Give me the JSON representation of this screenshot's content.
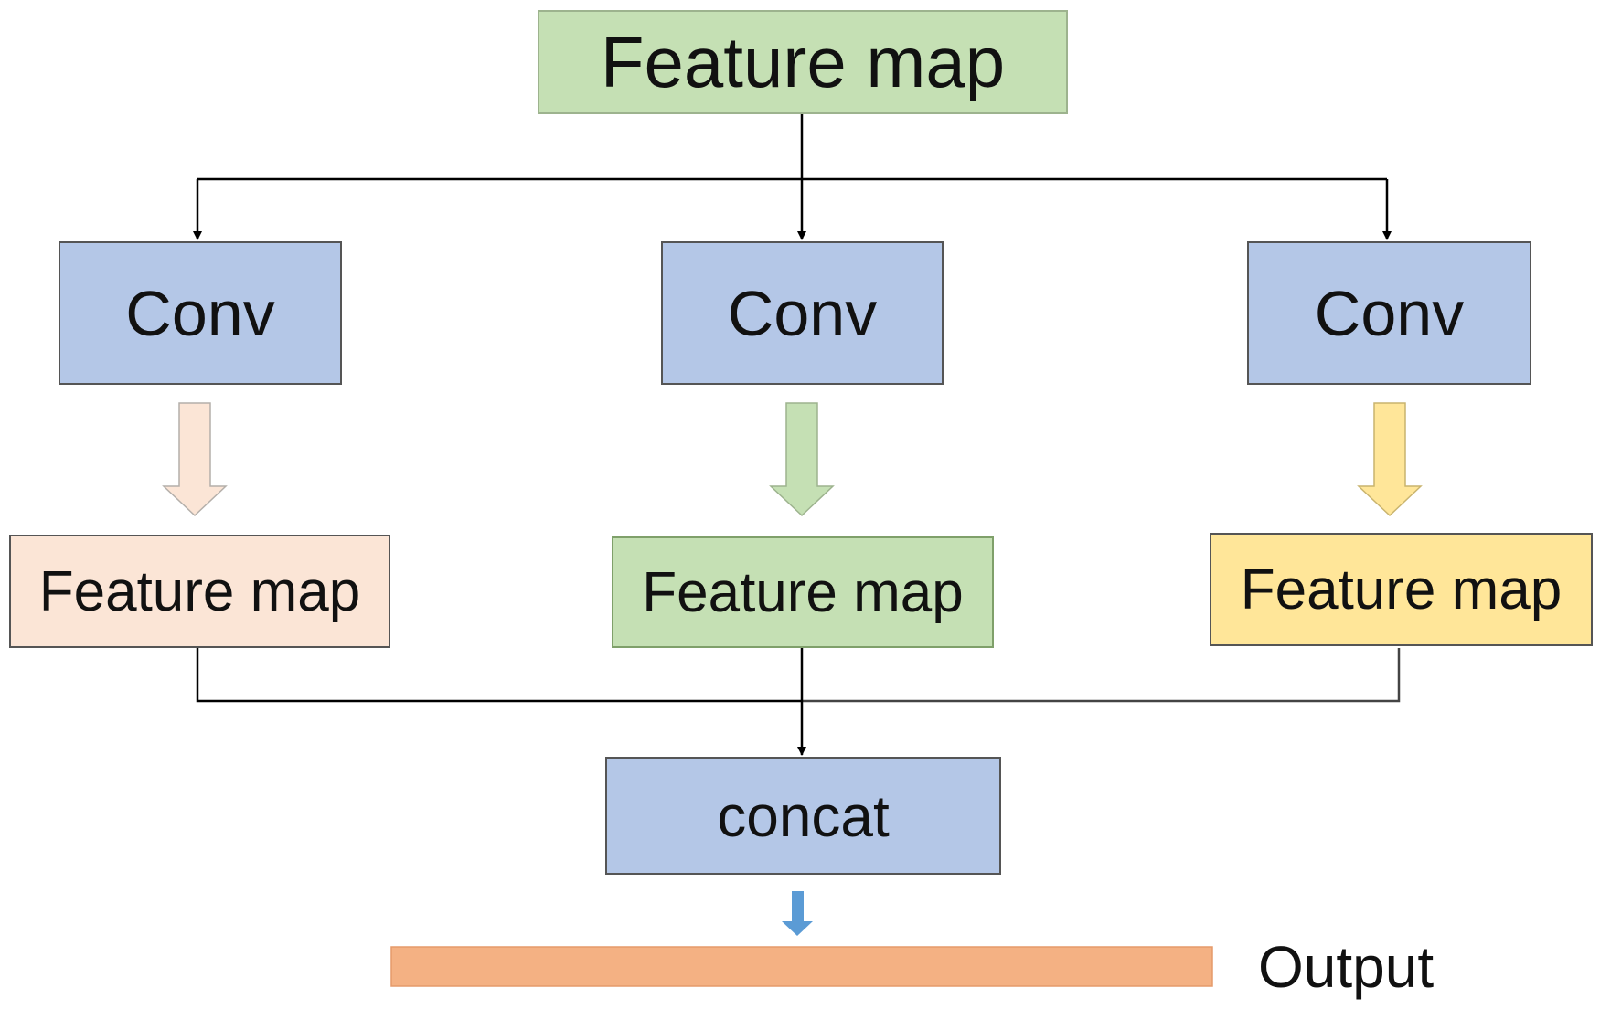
{
  "input": {
    "label": "Feature map"
  },
  "branches": [
    {
      "conv_label": "Conv",
      "feature_label": "Feature map",
      "feature_color": "#FBE5D6",
      "arrow_color": "#FBE5D6"
    },
    {
      "conv_label": "Conv",
      "feature_label": "Feature map",
      "feature_color": "#C5E0B4",
      "arrow_color": "#C5E0B4"
    },
    {
      "conv_label": "Conv",
      "feature_label": "Feature map",
      "feature_color": "#FFE699",
      "arrow_color": "#FFE699"
    }
  ],
  "concat": {
    "label": "concat"
  },
  "output": {
    "label": "Output"
  },
  "colors": {
    "input_box": "#C5E0B4",
    "conv_box": "#B4C7E7",
    "concat_box": "#B4C7E7",
    "output_bar": "#F4B183",
    "down_arrow": "#5B9BD5",
    "connector": "#000000"
  }
}
